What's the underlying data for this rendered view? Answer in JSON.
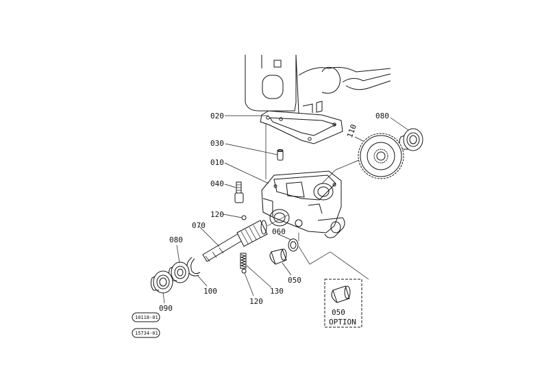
{
  "labels": {
    "p020": "020",
    "p030": "030",
    "p010": "010",
    "p040": "040",
    "p080_top": "080",
    "p110": "110",
    "p120_top": "120",
    "p070": "070",
    "p080_left": "080",
    "p060": "060",
    "p050": "050",
    "p100": "100",
    "p130": "130",
    "p120_bottom": "120",
    "p090": "090",
    "p050_option": "050",
    "option": "OPTION"
  },
  "references": {
    "ref_1": "10118-01",
    "ref_2": "15734-01"
  }
}
